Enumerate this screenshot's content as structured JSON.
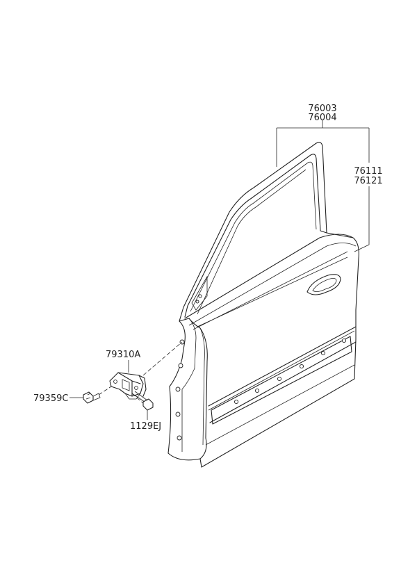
{
  "diagram": {
    "parts": {
      "door_assembly": [
        "76003",
        "76004"
      ],
      "door_panel": [
        "76111",
        "76121"
      ],
      "hinge": "79310A",
      "hinge_bolt": "79359C",
      "hinge_screw": "1129EJ"
    }
  },
  "colors": {
    "line": "#222222",
    "background": "#ffffff"
  }
}
